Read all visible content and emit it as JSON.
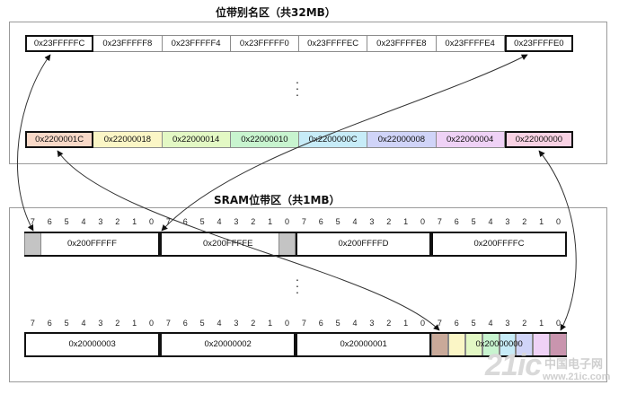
{
  "titles": {
    "alias_title": "位带别名区（共32MB）",
    "sram_title": "SRAM位带区（共1MB）"
  },
  "alias_top_row": [
    "0x23FFFFFC",
    "0x23FFFFF8",
    "0x23FFFFF4",
    "0x23FFFFF0",
    "0x23FFFFEC",
    "0x23FFFFE8",
    "0x23FFFFE4",
    "0x23FFFFE0"
  ],
  "alias_bottom_row": [
    "0x2200001C",
    "0x22000018",
    "0x22000014",
    "0x22000010",
    "0x2200000C",
    "0x22000008",
    "0x22000004",
    "0x22000000"
  ],
  "alias_bottom_colors": [
    "#f9d9c8",
    "#fbf6c6",
    "#e3f8c4",
    "#c8f4cf",
    "#c7ecf8",
    "#d0d4f8",
    "#efd2f6",
    "#f9d2e4"
  ],
  "sram_top_words": [
    "0x200FFFFF",
    "0x200FFFFE",
    "0x200FFFFD",
    "0x200FFFFC"
  ],
  "sram_bottom_words": [
    "0x20000003",
    "0x20000002",
    "0x20000001",
    "0x20000000"
  ],
  "bit_numbers": [
    "7",
    "6",
    "5",
    "4",
    "3",
    "2",
    "1",
    "0"
  ],
  "bit_fill_colors": {
    "gray": "#c4c4c4",
    "bit0_bottom": [
      "#c9a999",
      "#fbf6c6",
      "#e3f8c4",
      "#c8f4cf",
      "#c7ecf8",
      "#d0d4f8",
      "#efd2f6",
      "#c995ae"
    ]
  },
  "watermark": {
    "logo": "21ic",
    "cn": "中国电子网",
    "site": "www.21ic.com"
  }
}
